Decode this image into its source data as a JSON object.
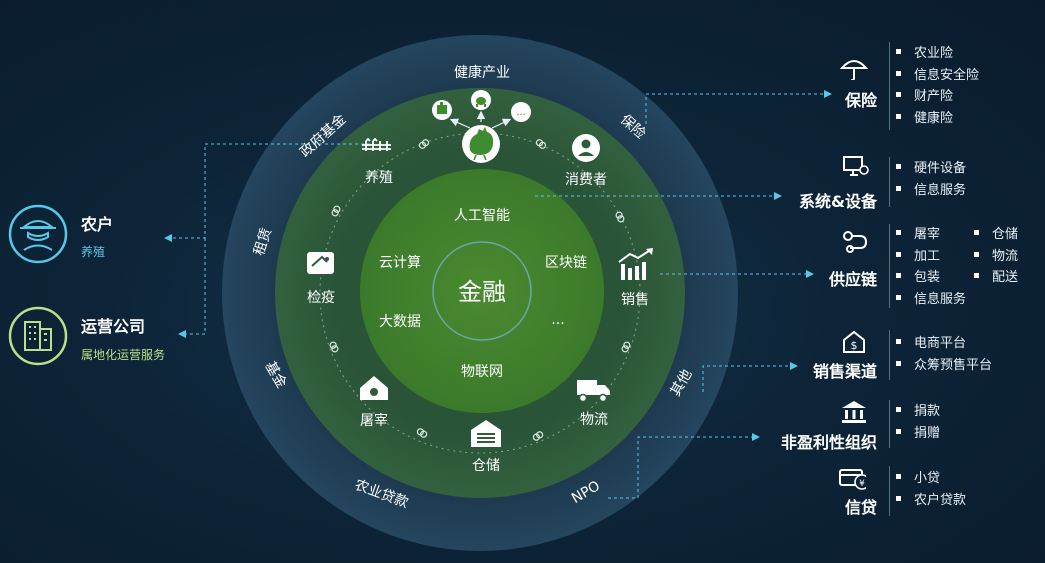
{
  "colors": {
    "background": "#0b1f33",
    "outer_ring": "#1e3c52",
    "middle_ring": "#2c5638",
    "inner_circle": "#3d7a2d",
    "accent_cyan": "#59c7e8",
    "accent_green": "#b6e28a",
    "core_ring": "#6aa6a8"
  },
  "left": {
    "farmer": {
      "title": "农户",
      "subtitle": "养殖",
      "icon": "farmer-icon"
    },
    "operator": {
      "title": "运营公司",
      "subtitle": "属地化运营服务",
      "icon": "building-icon"
    }
  },
  "outer_ring_labels": {
    "top": "健康产业",
    "top_left": "政府基金",
    "top_right": "保险",
    "left": "租赁",
    "bottom_left": "基金",
    "bottom": "农业贷款",
    "bottom_right": "NPO",
    "right": "其他"
  },
  "middle_nodes": {
    "breeding": "养殖",
    "consumer": "消费者",
    "inspection": "检疫",
    "sales": "销售",
    "slaughter": "屠宰",
    "logistics": "物流",
    "storage": "仓储",
    "ellipsis": "..."
  },
  "inner": {
    "core": "金融",
    "ai": "人工智能",
    "cloud": "云计算",
    "blockchain": "区块链",
    "bigdata": "大数据",
    "more": "...",
    "iot": "物联网"
  },
  "right": {
    "insurance": {
      "title": "保险",
      "icon": "umbrella-icon",
      "items": [
        "农业险",
        "信息安全险",
        "财产险",
        "健康险"
      ]
    },
    "systems": {
      "title": "系统&设备",
      "icon": "monitor-gear-icon",
      "items": [
        "硬件设备",
        "信息服务"
      ]
    },
    "supply": {
      "title": "供应链",
      "icon": "route-icon",
      "items_col1": [
        "屠宰",
        "加工",
        "包装",
        "信息服务"
      ],
      "items_col2": [
        "仓储",
        "物流",
        "配送"
      ]
    },
    "sales_channel": {
      "title": "销售渠道",
      "icon": "dollar-tag-icon",
      "items": [
        "电商平台",
        "众筹预售平台"
      ]
    },
    "nonprofit": {
      "title": "非盈利性组织",
      "icon": "institution-icon",
      "items": [
        "捐款",
        "捐赠"
      ]
    },
    "credit": {
      "title": "信贷",
      "icon": "yen-card-icon",
      "items": [
        "小贷",
        "农户贷款"
      ]
    }
  }
}
